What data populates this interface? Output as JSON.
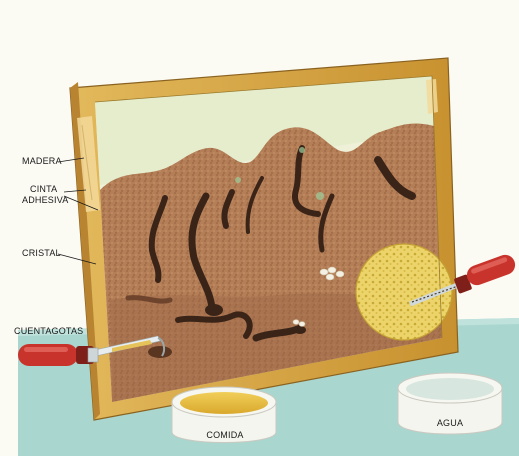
{
  "diagram": {
    "labels": {
      "madera": "MADERA",
      "cinta_line1": "CINTA",
      "cinta_line2": "ADHESIVA",
      "cristal": "CRISTAL",
      "cuentagotas": "CUENTAGOTAS",
      "comida": "COMIDA",
      "agua": "AGUA"
    },
    "colors": {
      "wood_frame": "#d7a84a",
      "soil": "#b07a55",
      "tunnel": "#3a2418",
      "sponge": "#e9cf63",
      "dropper_bulb": "#c8342c",
      "table": "#a9d6cf",
      "food": "#e6bb3d",
      "water": "#d7e6df"
    },
    "icons": [
      "dropper-icon",
      "sponge-icon",
      "ant-farm-frame"
    ]
  }
}
